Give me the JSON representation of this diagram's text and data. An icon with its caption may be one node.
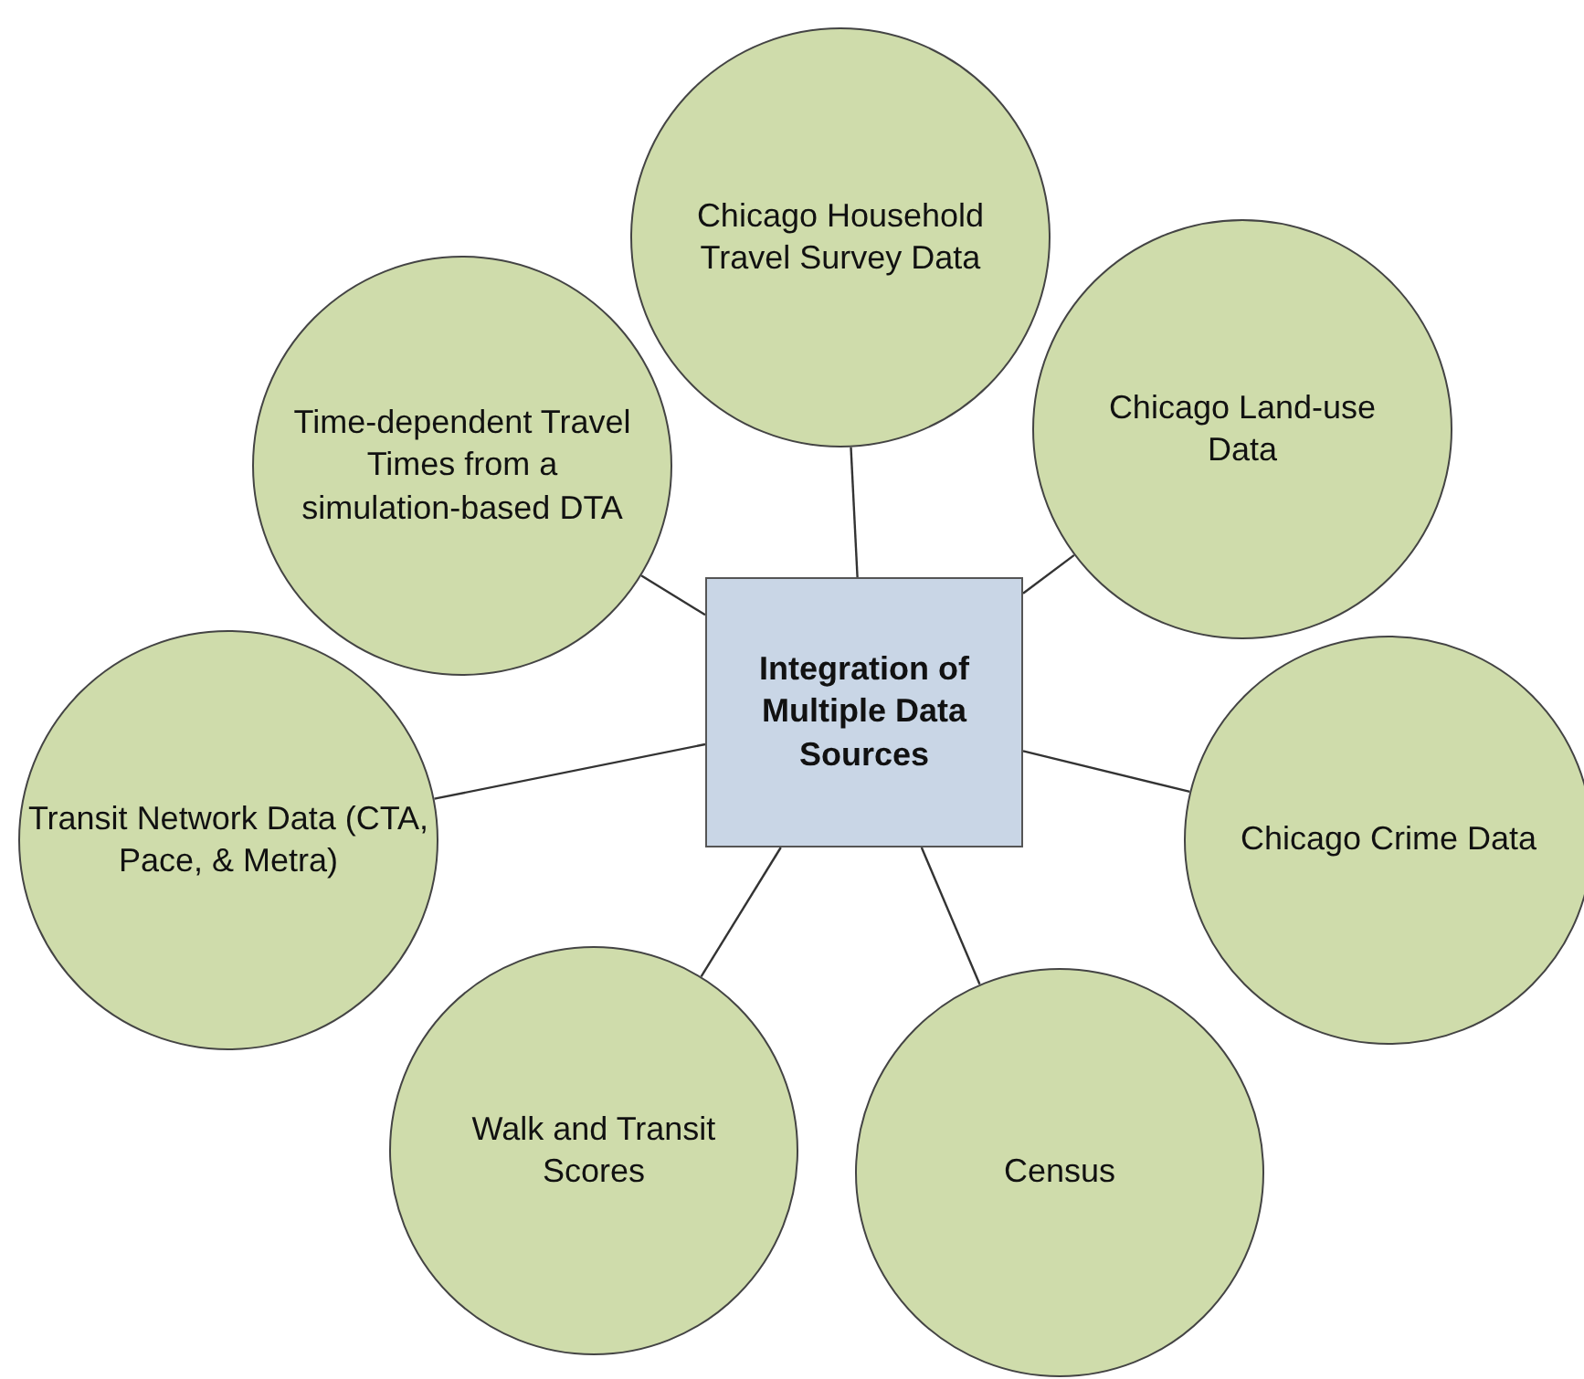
{
  "diagram": {
    "nodes": [
      {
        "text": [
          "Integration of Multiple Data Sources"
        ]
      },
      {
        "text": [
          "Chicago Household Travel Survey Data"
        ]
      },
      {
        "text": [
          "Time-dependent Travel Times from a simulation-based DTA"
        ]
      },
      {
        "text": [
          "Chicago Land-use Data"
        ]
      },
      {
        "text": [
          "Transit Network Data (CTA, Pace, & Metra)"
        ]
      },
      {
        "text": [
          "Chicago Crime Data"
        ]
      },
      {
        "text": [
          "Walk and Transit Scores"
        ]
      },
      {
        "text": [
          "Census"
        ]
      }
    ],
    "edges": [
      {
        "from": 0,
        "to": 1,
        "arrow": "none"
      },
      {
        "from": 0,
        "to": 2,
        "arrow": "none"
      },
      {
        "from": 0,
        "to": 3,
        "arrow": "none"
      },
      {
        "from": 0,
        "to": 4,
        "arrow": "none"
      },
      {
        "from": 0,
        "to": 5,
        "arrow": "none"
      },
      {
        "from": 0,
        "to": 6,
        "arrow": "none"
      },
      {
        "from": 0,
        "to": 7,
        "arrow": "none"
      }
    ]
  }
}
